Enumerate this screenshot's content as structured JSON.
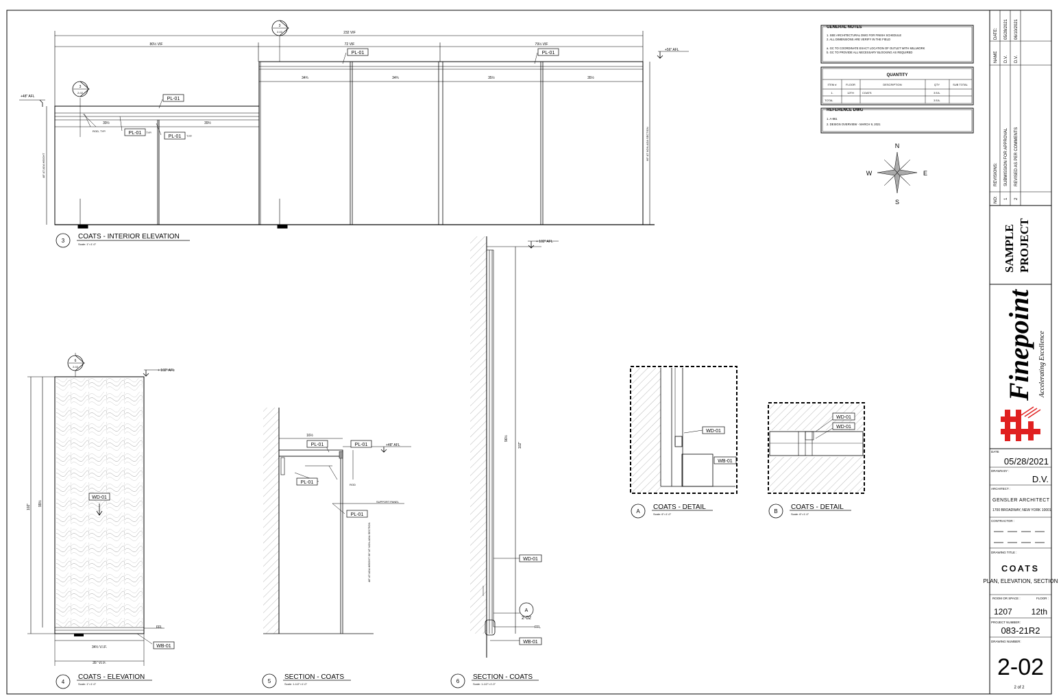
{
  "general_notes": {
    "title": "GENERAL NOTES",
    "items": [
      "1.  SEE ARCHITECTURAL DWG FOR FINISH SCHEDULE",
      "2.  ALL DIMENSIONS ARE VERIFY IN THE FIELD",
      "a.  GC TO COORDINATE EXACT LOCATION OF OUTLET WITH MILLWORK",
      "b.  GC TO PROVIDE ALL NECESSARY BLOCKING AS REQUIRED"
    ]
  },
  "quantity": {
    "title": "QUANTITY",
    "headers": [
      "ITEM #",
      "FLOOR",
      "DESCRIPTION",
      "QTY",
      "SUB TOTAL"
    ],
    "rows": [
      [
        "1.",
        "12TH",
        "COATS",
        "3 EA.",
        ""
      ]
    ],
    "total": [
      "TOTAL",
      "",
      "",
      "3 EA.",
      ""
    ]
  },
  "reference": {
    "title": "REFERENCE DWG",
    "items": [
      "1.  A-861",
      "2.  DESIGN OVERVIEW - MARCH 9, 2021"
    ]
  },
  "compass": {
    "n": "N",
    "s": "S",
    "e": "E",
    "w": "W"
  },
  "title_block": {
    "date_label": "DATE:",
    "name_label": "NAME",
    "dates": [
      "05/28/2021",
      "06/10/2021"
    ],
    "names": [
      "D.V.",
      "D.V."
    ],
    "revisions_label": "REVISIONS:",
    "revisions": [
      "SUBMISSION FOR APPROVAL",
      "REVISED AS PER COMMENTS"
    ],
    "no_label": "NO:",
    "nos": [
      "1",
      "2"
    ],
    "project_name_1": "SAMPLE",
    "project_name_2": "PROJECT",
    "company": "Finepoint",
    "tagline": "Accelerating Excellence",
    "date_field_label": "DATE",
    "date_value": "05/28/2021",
    "drawn_by_label": "DRAWN BY :",
    "drawn_by_value": "D.V.",
    "architect_label": "ARCHITECT :",
    "architect_name": "GENSLER ARCHITECT",
    "architect_address": "1700 BROADWAY, NEW YORK 10001",
    "contractor_label": "CONTRACTOR :",
    "drawing_title_label": "DRAWING   TITLE :",
    "drawing_title_1": "COATS",
    "drawing_title_2": "PLAN, ELEVATION, SECTION",
    "room_label": "ROOM OR SPACE :",
    "floor_label": "FLOOR :",
    "room_value": "1207",
    "floor_value": "12th",
    "project_number_label": "PROJECT  NUMBER:",
    "project_number": "083-21R2",
    "drawing_number_label": "DRAWING  NUMBER:",
    "drawing_number": "2-02",
    "sheet": "2  of  2"
  },
  "views": {
    "v3": {
      "num": "3",
      "title": "COATS -  INTERIOR ELEVATION",
      "scale": "Scale: 1\"=1'-0\""
    },
    "v4": {
      "num": "4",
      "title": "COATS -  ELEVATION",
      "scale": "Scale: 1\"=1'-0\""
    },
    "v5": {
      "num": "5",
      "title": "SECTION - COATS",
      "scale": "Scale: 1-1/2\"=1'-0\""
    },
    "v6": {
      "num": "6",
      "title": "SECTION - COATS",
      "scale": "Scale: 1-1/2\"=1'-0\""
    },
    "vA": {
      "num": "A",
      "title": "COATS - DETAIL",
      "scale": "Scale: 6\"=1'-0\""
    },
    "vB": {
      "num": "B",
      "title": "COATS - DETAIL",
      "scale": "Scale: 6\"=1'-0\""
    }
  },
  "labels": {
    "pl01": "PL-01",
    "wd01": "WD-01",
    "wb01": "WB-01",
    "rod_typ": "ROD, TYP.",
    "typ": "TYP.",
    "rod": "ROD",
    "support_panel": "SUPPORT PANEL",
    "ffl": "FFL",
    "afl48": "+48\" AFL",
    "afl56": "+56\" AFL",
    "afl102": "+ 102\" AFL",
    "ada_height": "48\" AT ADA HEIGHT",
    "non_ada": "66\" AT NON-ADA SECTION",
    "ada_v5": "48\" AT ADA HEIGHT  66\" AT NON-ADA SECTION",
    "dim_232": "232 VIF",
    "dim_80": "80½ VIF",
    "dim_72": "72 VIF",
    "dim_79": "79½ VIF",
    "dim_39": "39½",
    "dim_34": "34¾",
    "dim_35": "35½",
    "dim_34vif": "34½ V.I.F.",
    "dim_35vif": "35\" V.I.F.",
    "dim_102": "102\"",
    "dim_99": "99½",
    "dim_16": "16½",
    "marker_top": "3",
    "marker_bottom": "2-02",
    "marker6": "6",
    "markerA": "A",
    "markerA_sheet": "2-02",
    "dim_102v6": "102\"",
    "dim_96": "96½"
  }
}
